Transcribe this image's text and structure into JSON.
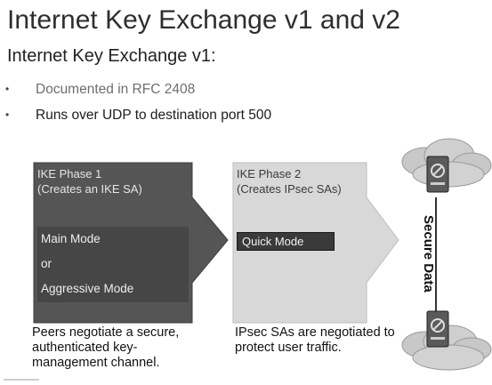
{
  "title": "Internet Key Exchange v1 and v2",
  "subtitle": "Internet Key Exchange v1:",
  "bullets": [
    {
      "text": "Documented in RFC 2408"
    },
    {
      "text": "Runs over UDP to destination port 500"
    }
  ],
  "phase1": {
    "title": "IKE Phase 1\n(Creates an IKE SA)",
    "modes": [
      "Main Mode",
      "or",
      "Aggressive Mode"
    ],
    "caption": "Peers negotiate a secure,\nauthenticated key-\nmanagement channel."
  },
  "phase2": {
    "title": "IKE Phase 2\n(Creates IPsec SAs)",
    "mode": "Quick Mode",
    "caption": "IPsec SAs are negotiated to\nprotect user traffic."
  },
  "secure_data_label": "Secure Data",
  "colors": {
    "phase1_fill": "#555555",
    "phase2_fill": "#d8d8d8",
    "cloud": "#c8c8c8",
    "device": "#5a5a5a"
  },
  "icons": [
    "cloud-icon",
    "vpn-device-icon"
  ]
}
